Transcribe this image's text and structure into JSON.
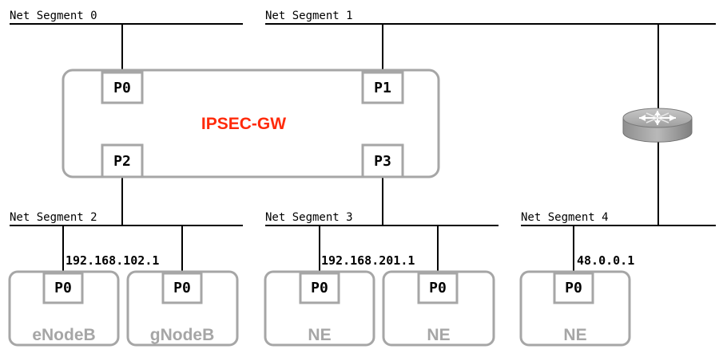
{
  "segments": [
    {
      "label": "Net Segment 0"
    },
    {
      "label": "Net Segment 1"
    },
    {
      "label": "Net Segment 2"
    },
    {
      "label": "Net Segment 3"
    },
    {
      "label": "Net Segment 4"
    }
  ],
  "gateway": {
    "name": "IPSEC-GW",
    "name_color": "#ff2a0a",
    "ports": [
      "P0",
      "P1",
      "P2",
      "P3"
    ]
  },
  "ip_labels": [
    "192.168.102.1",
    "192.168.201.1",
    "48.0.0.1"
  ],
  "devices": [
    {
      "name": "eNodeB",
      "port": "P0"
    },
    {
      "name": "gNodeB",
      "port": "P0"
    },
    {
      "name": "NE",
      "port": "P0"
    },
    {
      "name": "NE",
      "port": "P0"
    },
    {
      "name": "NE",
      "port": "P0"
    }
  ],
  "router": {
    "icon": "router-icon"
  },
  "colors": {
    "line": "#000000",
    "box_border": "#a6a6a6",
    "device_label": "#a6a6a6",
    "router_body": "#8f8f8f"
  }
}
